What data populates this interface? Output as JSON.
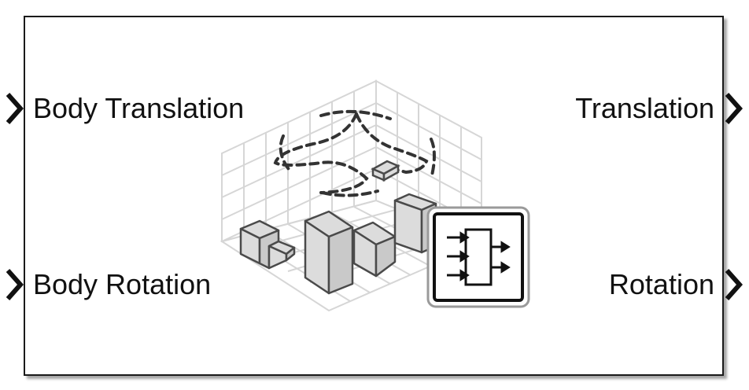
{
  "block": {
    "inputs": [
      {
        "label": "Body Translation"
      },
      {
        "label": "Body Rotation"
      }
    ],
    "outputs": [
      {
        "label": "Translation"
      },
      {
        "label": "Rotation"
      }
    ],
    "icons": {
      "scene": "3d-scene-icon",
      "subsystem": "subsystem-icon"
    },
    "colors": {
      "border": "#1a1a1a",
      "grid": "#d6d6d6",
      "box_face": "#dcdcdc",
      "box_edge": "#4a4a4a",
      "path": "#333333"
    }
  }
}
